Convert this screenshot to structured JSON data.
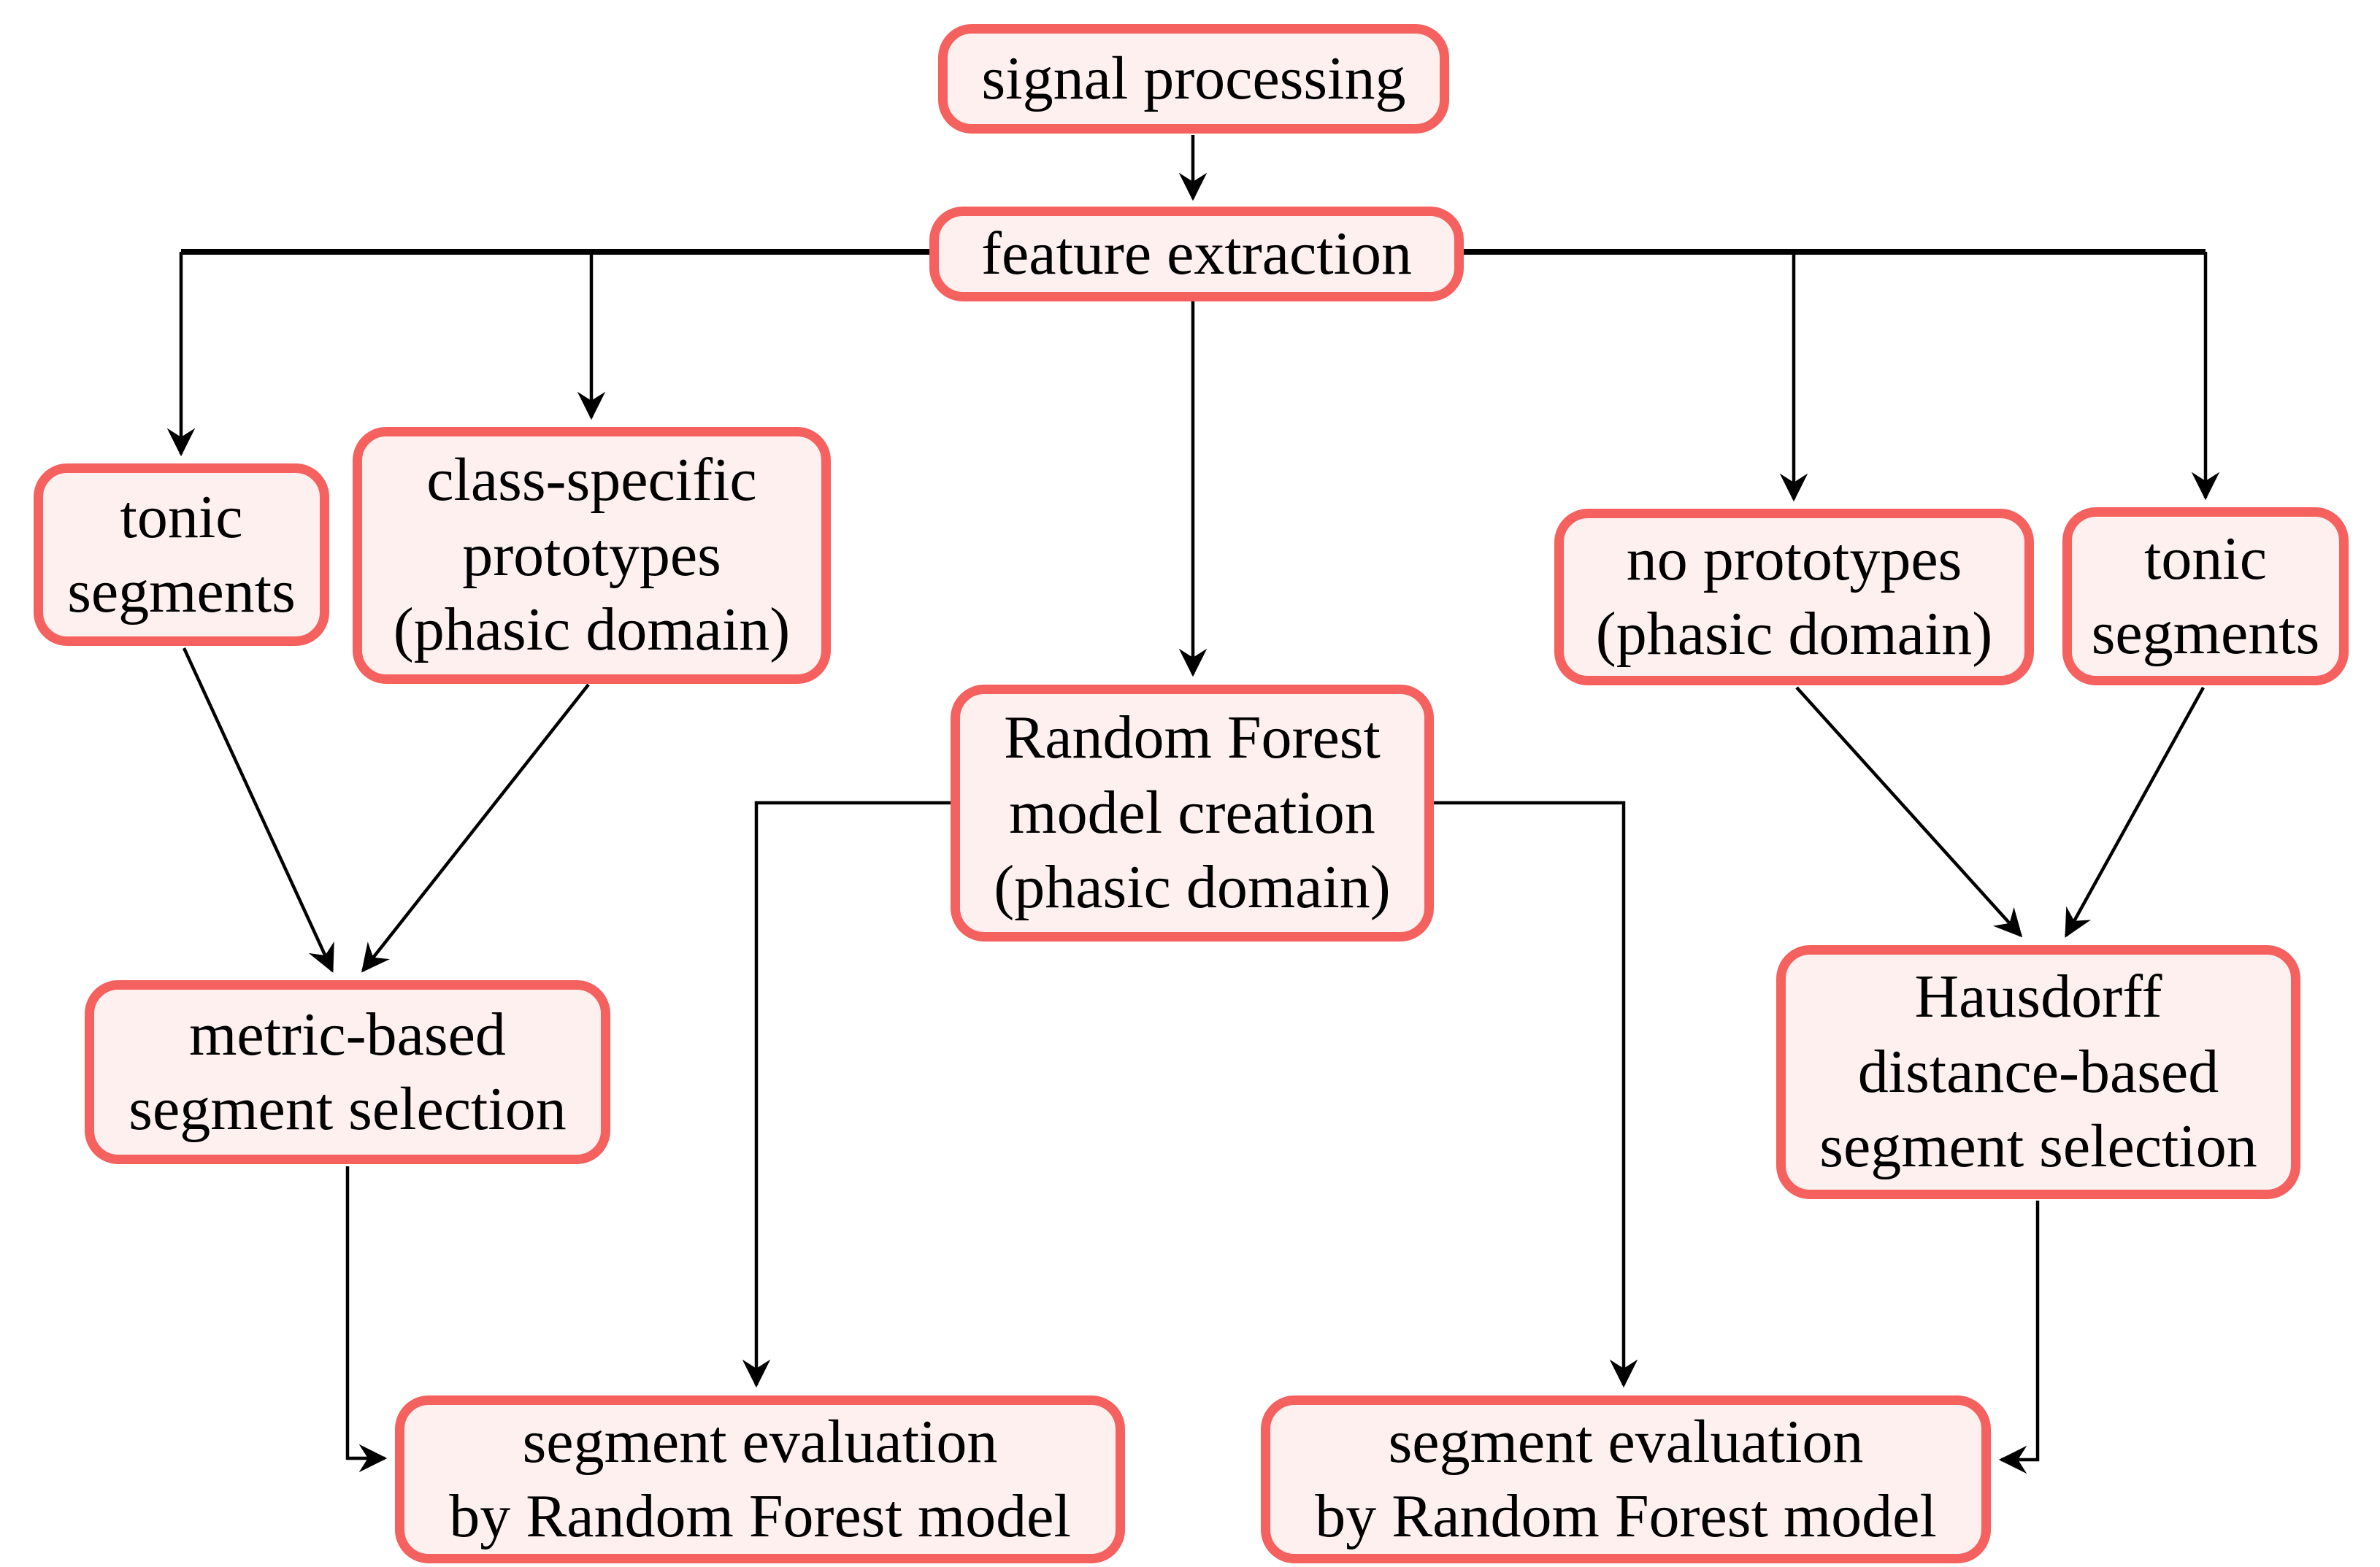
{
  "diagram_title": "segment selection and evaluation pipeline flowchart",
  "colors": {
    "node_border": "#f4615e",
    "node_fill": "#fdf0ef",
    "arrow": "#000000",
    "background": "#ffffff"
  },
  "nodes": {
    "signal_processing": {
      "label": "signal processing"
    },
    "feature_extraction": {
      "label": "feature extraction"
    },
    "tonic_segments_left": {
      "label": "tonic\nsegments"
    },
    "class_specific_prototypes": {
      "label": "class-specific\nprototypes\n(phasic domain)"
    },
    "random_forest_model_creation": {
      "label": "Random Forest\nmodel creation\n(phasic domain)"
    },
    "no_prototypes": {
      "label": "no prototypes\n(phasic domain)"
    },
    "tonic_segments_right": {
      "label": "tonic\nsegments"
    },
    "metric_based_segment_selection": {
      "label": "metric-based\nsegment selection"
    },
    "hausdorff_segment_selection": {
      "label": "Hausdorff\ndistance-based\nsegment selection"
    },
    "segment_evaluation_left": {
      "label": "segment evaluation\nby Random Forest model"
    },
    "segment_evaluation_right": {
      "label": "segment evaluation\nby Random Forest model"
    }
  },
  "edges": [
    "signal processing -> feature extraction",
    "feature extraction -> tonic segments (left)",
    "feature extraction -> class-specific prototypes (phasic domain)",
    "feature extraction -> Random Forest model creation (phasic domain)",
    "feature extraction -> no prototypes (phasic domain)",
    "feature extraction -> tonic segments (right)",
    "tonic segments (left) -> metric-based segment selection",
    "class-specific prototypes -> metric-based segment selection",
    "metric-based segment selection -> segment evaluation by Random Forest model (left)",
    "Random Forest model creation -> segment evaluation by Random Forest model (left)",
    "Random Forest model creation -> segment evaluation by Random Forest model (right)",
    "no prototypes -> Hausdorff distance-based segment selection",
    "tonic segments (right) -> Hausdorff distance-based segment selection",
    "Hausdorff distance-based segment selection -> segment evaluation by Random Forest model (right)"
  ]
}
